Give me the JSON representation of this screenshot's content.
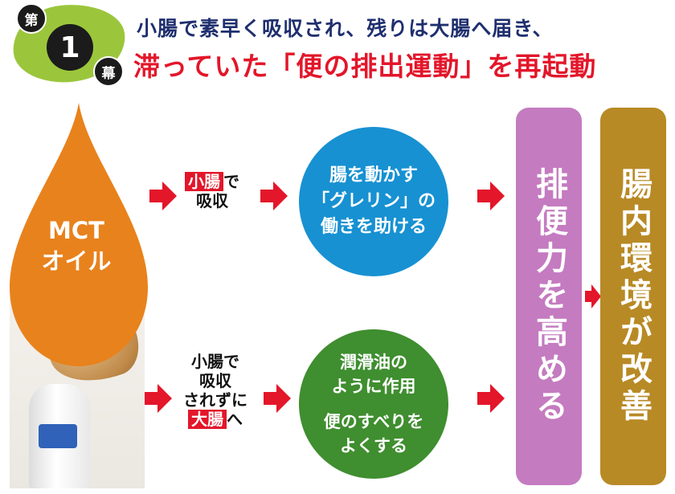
{
  "badge": {
    "top_char": "第",
    "number": "1",
    "bottom_char": "幕"
  },
  "headline": {
    "line1": "小腸で素早く吸収され、残りは大腸へ届き、",
    "line2": "滞っていた「便の排出運動」を再起動"
  },
  "drop": {
    "line1": "MCT",
    "line2": "オイル",
    "color": "#e8821c"
  },
  "upper_path": {
    "highlight": "小腸",
    "suffix": "で",
    "line2": "吸収",
    "circle": {
      "line1": "腸を動かす",
      "line2": "「グレリン」の",
      "line3": "働きを助ける",
      "color": "#1791d2"
    }
  },
  "lower_path": {
    "line1": "小腸で",
    "line2": "吸収",
    "line3": "されずに",
    "highlight": "大腸",
    "suffix": "へ",
    "circle": {
      "line1": "潤滑油の",
      "line2": "ように作用",
      "line3": "便のすべりを",
      "line4": "よくする",
      "color": "#3f8e2f"
    }
  },
  "result1": {
    "text": "排便力を高める",
    "color": "#c47bc0"
  },
  "result2": {
    "text": "腸内環境が改善",
    "color": "#b88a25"
  },
  "arrow_color": "#e3162a"
}
